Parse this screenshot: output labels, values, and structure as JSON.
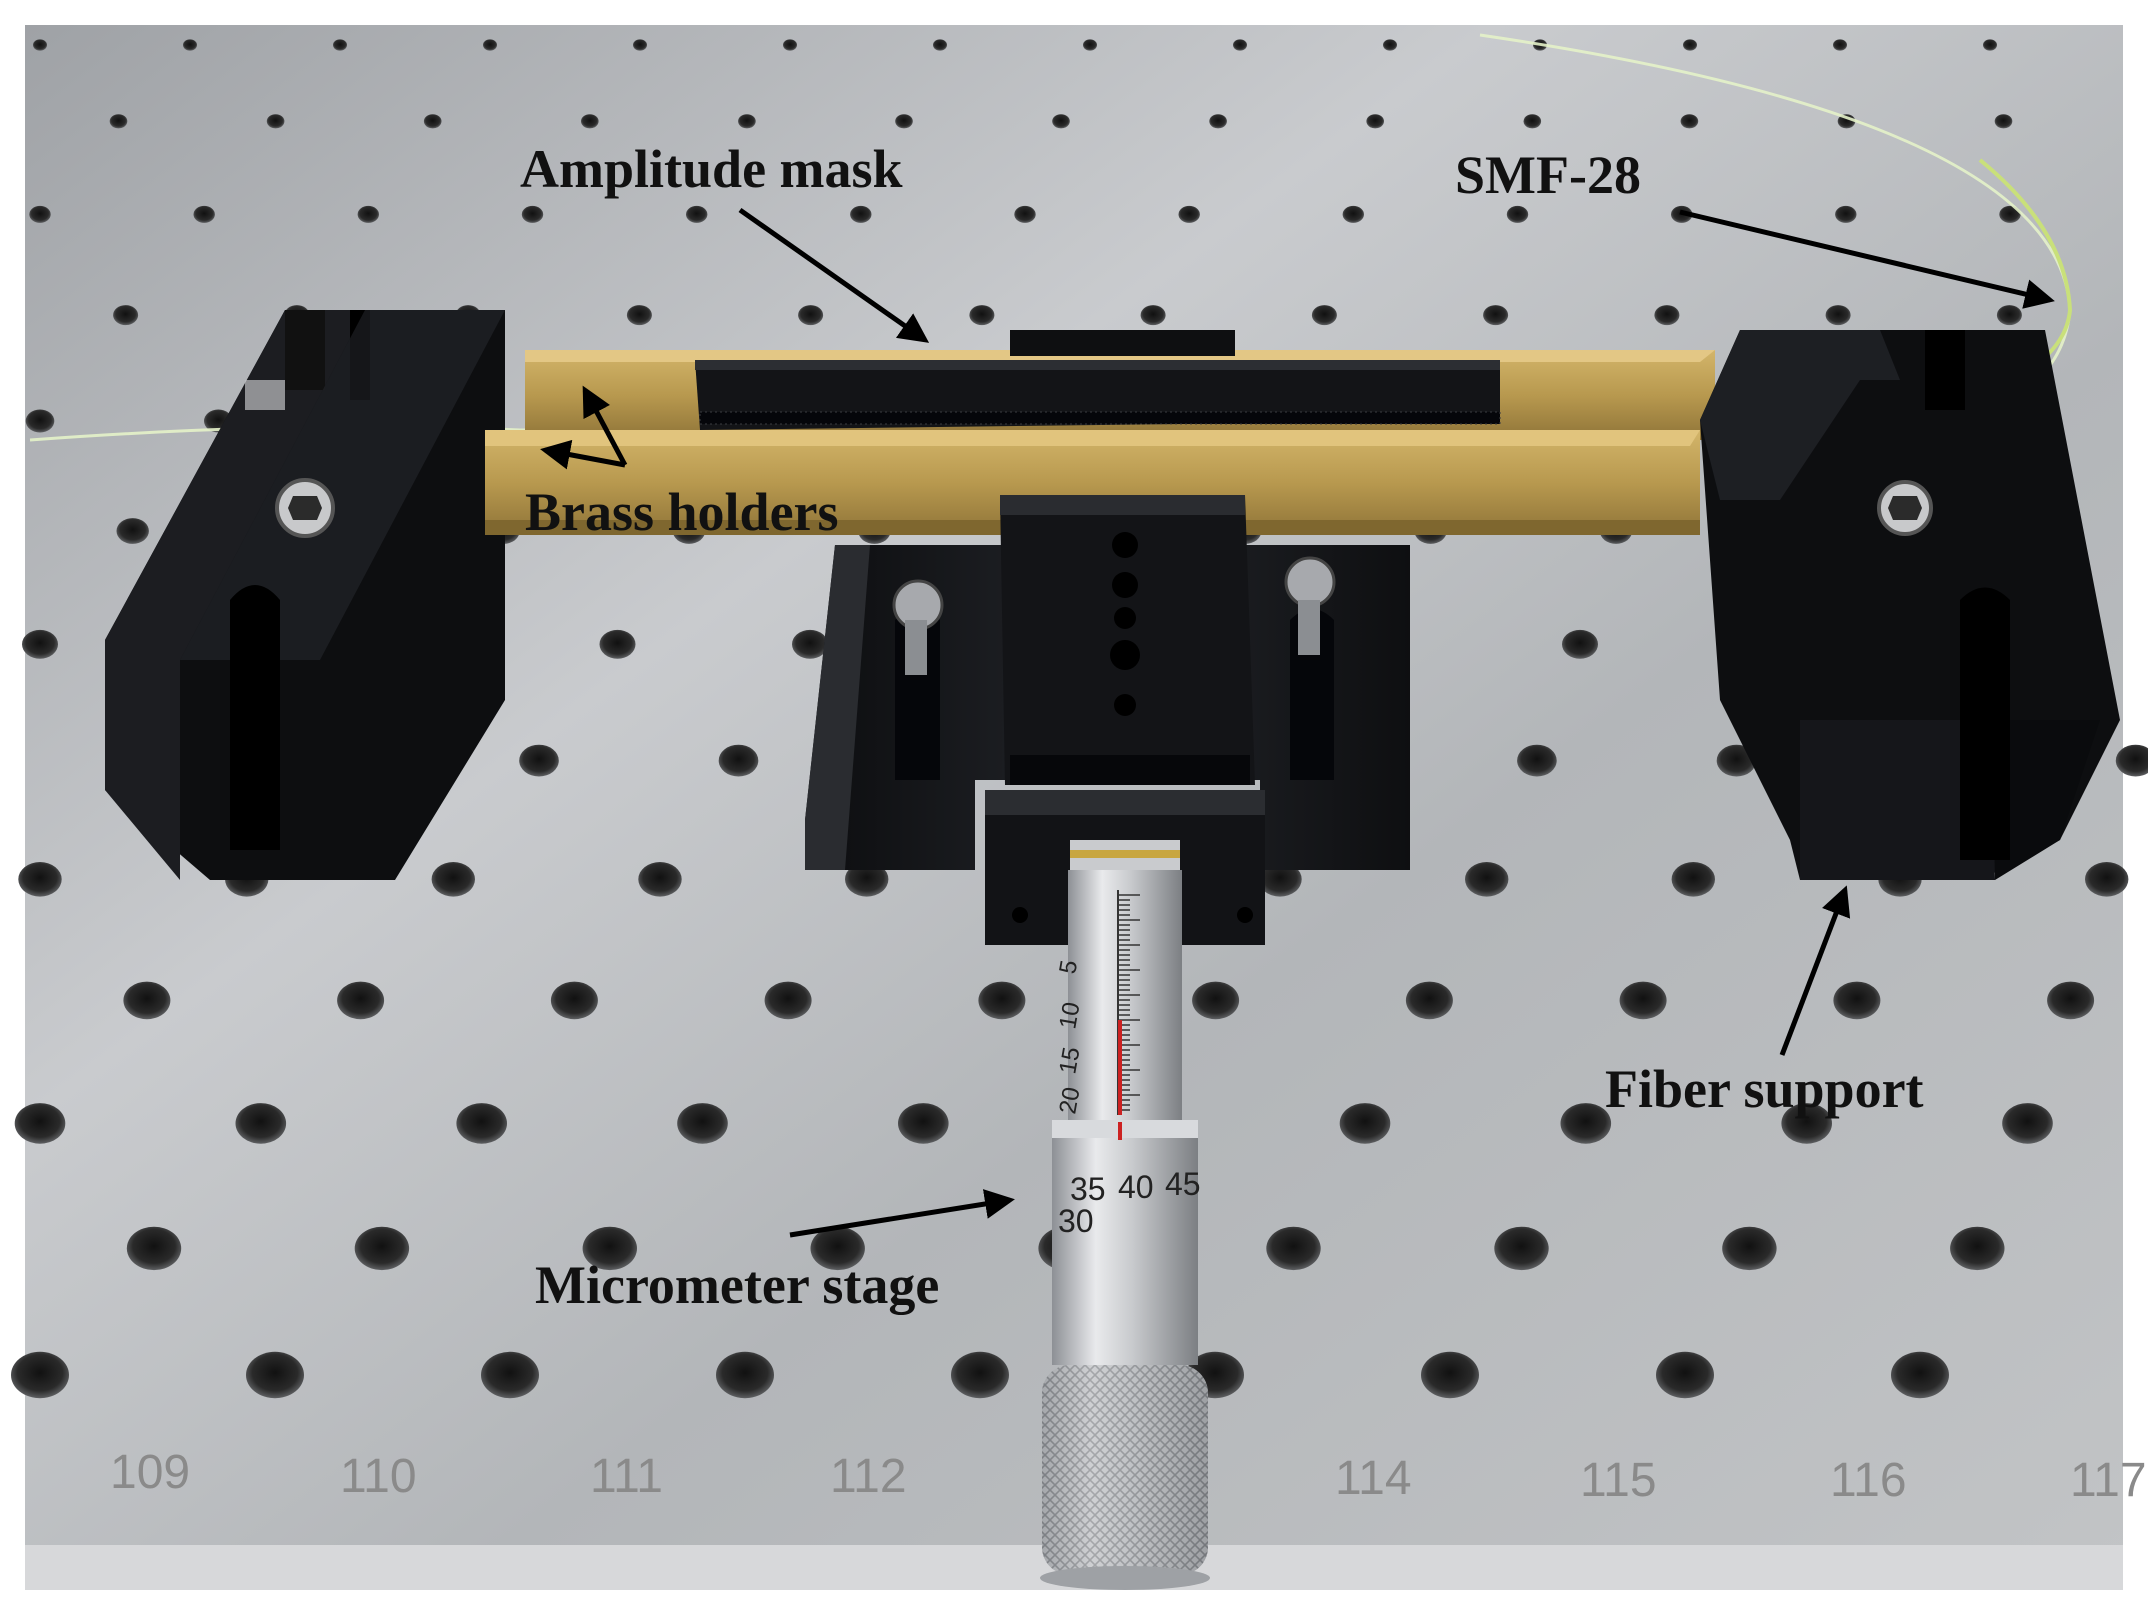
{
  "labels": {
    "amplitude_mask": "Amplitude mask",
    "smf28": "SMF-28",
    "brass_holders": "Brass holders",
    "fiber_support": "Fiber support",
    "micrometer_stage": "Micrometer stage"
  },
  "ruler_numbers": [
    "109",
    "110",
    "111",
    "112",
    "114",
    "115",
    "116",
    "117"
  ],
  "micrometer_scale": {
    "sleeve": [
      "5",
      "10",
      "15",
      "20"
    ],
    "thimble": [
      "45",
      "40",
      "35",
      "30"
    ]
  },
  "colors": {
    "table": "#b9bcbf",
    "brass": "#b8994f",
    "black_part": "#151618",
    "fiber": "#c9e07a"
  }
}
